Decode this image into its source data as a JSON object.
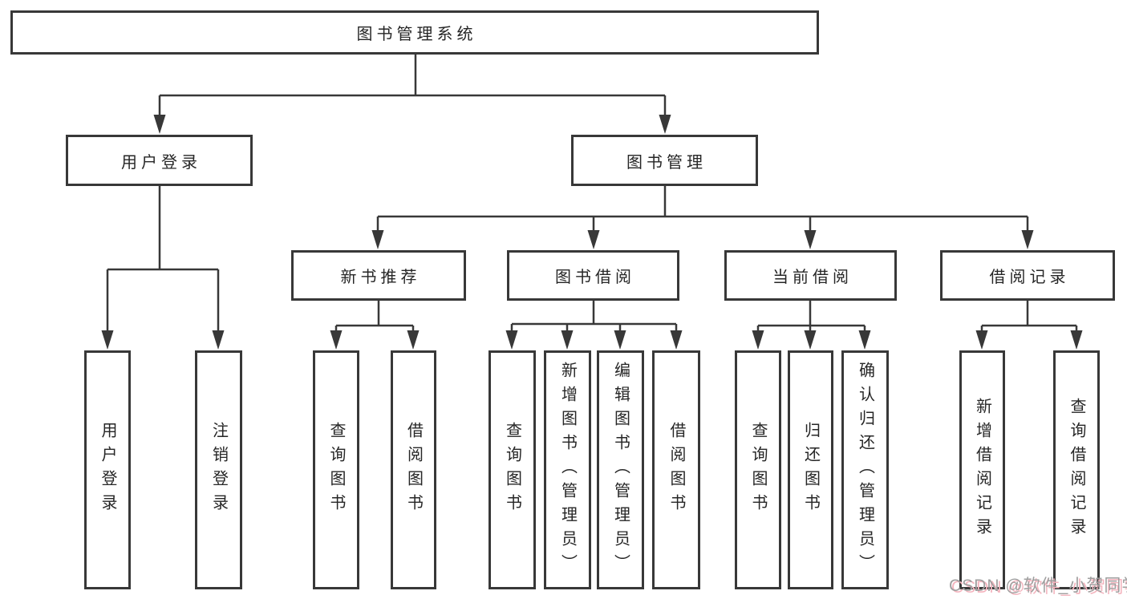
{
  "diagram": {
    "root": {
      "label": "图书管理系统"
    },
    "branches": [
      {
        "label": "用户登录",
        "leaves": [
          {
            "label": "用户登录"
          },
          {
            "label": "注销登录"
          }
        ]
      },
      {
        "label": "图书管理",
        "groups": [
          {
            "label": "新书推荐",
            "leaves": [
              {
                "label": "查询图书"
              },
              {
                "label": "借阅图书"
              }
            ]
          },
          {
            "label": "图书借阅",
            "leaves": [
              {
                "label": "查询图书"
              },
              {
                "label": "新增图书（管理员）"
              },
              {
                "label": "编辑图书（管理员）"
              },
              {
                "label": "借阅图书"
              }
            ]
          },
          {
            "label": "当前借阅",
            "leaves": [
              {
                "label": "查询图书"
              },
              {
                "label": "归还图书"
              },
              {
                "label": "确认归还（管理员）"
              }
            ]
          },
          {
            "label": "借阅记录",
            "leaves": [
              {
                "label": "新增借阅记录"
              },
              {
                "label": "查询借阅记录"
              }
            ]
          }
        ]
      }
    ]
  },
  "watermark": {
    "text": "CSDN @软件_小贺同学"
  },
  "colors": {
    "line": "#383838",
    "box_border": "#383838",
    "text": "#262626",
    "watermark_gray": "#9f9f9f",
    "watermark_pink": "#f4b4be"
  }
}
